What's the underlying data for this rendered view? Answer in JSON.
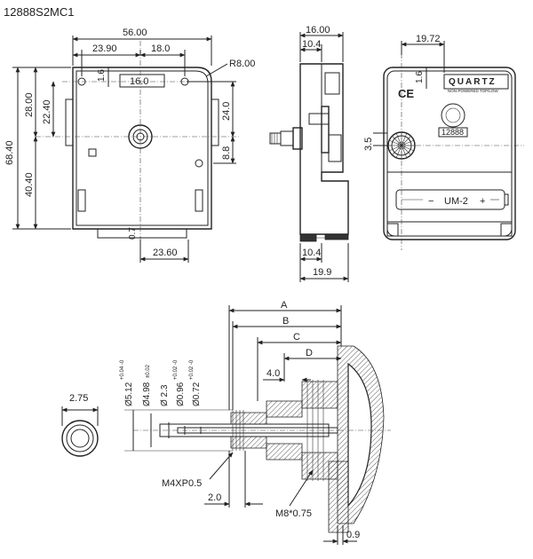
{
  "title": "12888S2MC1",
  "front_view": {
    "width": "56.00",
    "left_to_hole": "23.90",
    "hole_spacing": "18.0",
    "slot_width": "16.0",
    "top_offset": "1.6",
    "radius": "R8.00",
    "total_height": "68.40",
    "upper_height": "28.00",
    "mid_height": "22.40",
    "lower_height": "40.40",
    "right_height": "24.0",
    "right_small": "8.8",
    "bottom_offset": "0.7",
    "bottom_width": "23.60"
  },
  "side_view": {
    "total_depth": "16.00",
    "top_depth": "10.4",
    "bottom_depth": "10.4",
    "overall_depth": "19.9"
  },
  "back_view": {
    "shaft_offset": "19.72",
    "top_offset": "1.6",
    "gear_offset": "3.5",
    "brand": "QUARTZ",
    "brand_sub": "NON-POWERED TOP/LOW",
    "ce_mark": "CE",
    "model_label": "12888",
    "battery": "UM-2",
    "minus": "−",
    "plus": "+"
  },
  "shaft_detail": {
    "end_view_dia": "2.75",
    "dims": [
      "A",
      "B",
      "C",
      "D"
    ],
    "dim_40": "4.0",
    "dim_20": "2.0",
    "dim_09": "0.9",
    "thread1": "M4XP0.5",
    "thread2": "M8*0.75",
    "dia_labels": [
      {
        "main": "Ø5.12",
        "tol": "+0.04 -0"
      },
      {
        "main": "Ø4.98",
        "tol": "±0.02"
      },
      {
        "main": "Ø 2.3",
        "tol": ""
      },
      {
        "main": "Ø0.96",
        "tol": "+0.02 -0"
      },
      {
        "main": "Ø0.72",
        "tol": "+0.02 -0"
      }
    ]
  }
}
